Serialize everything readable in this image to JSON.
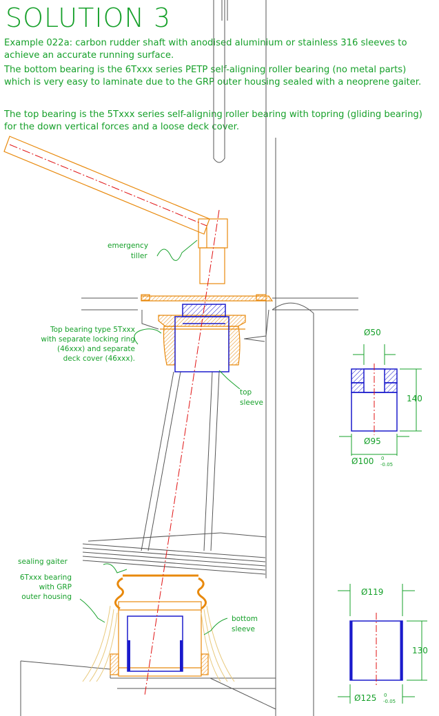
{
  "header": {
    "title": "SOLUTION 3",
    "paragraphs": [
      "Example 022a: carbon rudder shaft with anodised aluminium or stainless 316 sleeves to achieve an accurate running surface.",
      "The bottom bearing is the 6Txxx series PETP  self-aligning roller bearing (no metal parts) which is very easy to laminate due to the GRP outer housing sealed with a neoprene gaiter.",
      "The top bearing is the 5Txxx series self-aligning roller bearing with topring (gliding bearing) for the down vertical forces and a loose deck cover."
    ]
  },
  "labels": {
    "emergency_tiller": [
      "emergency",
      "tiller"
    ],
    "top_bearing": [
      "Top bearing type 5Txxx",
      "with separate locking ring",
      "(46xxx) and separate",
      "deck cover (46xxx)."
    ],
    "top_sleeve": [
      "top",
      "sleeve"
    ],
    "sealing_gaiter": "sealing gaiter",
    "bottom_bearing": [
      "6Txxx bearing",
      "with GRP",
      "outer housing"
    ],
    "bottom_sleeve": [
      "bottom",
      "sleeve"
    ]
  },
  "dimensions": {
    "top": {
      "d_inner": "Ø50",
      "height": "140",
      "d_outer": "Ø95",
      "d_housing": "Ø100",
      "tol_top": "0",
      "tol_bottom": "-0.05"
    },
    "bottom": {
      "d_inner": "Ø119",
      "height": "130",
      "d_housing": "Ø125",
      "tol_top": "0",
      "tol_bottom": "-0.05"
    }
  },
  "colors": {
    "text": "#16a02a",
    "bearing": "#e8890c",
    "sleeve": "#1a1acc",
    "centerline": "#e01010",
    "structure": "#555555"
  }
}
